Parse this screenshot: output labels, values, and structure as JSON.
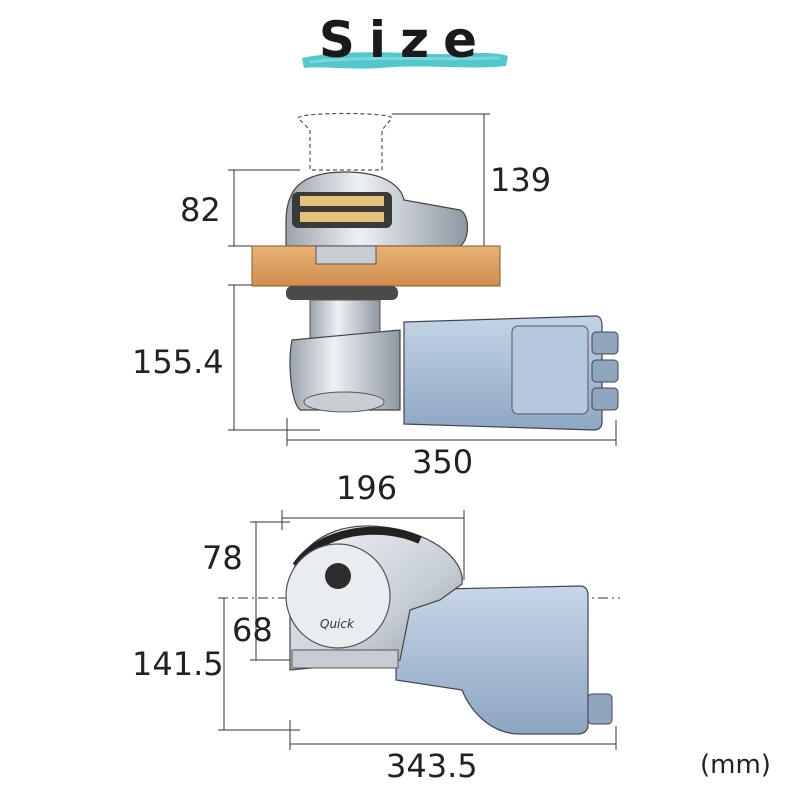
{
  "title": "Size",
  "top_view_dimensions": {
    "height_top": "82",
    "height_with_drum": "139",
    "height_below_deck": "155.4",
    "length": "350"
  },
  "bottom_view_dimensions": {
    "width_top": "196",
    "upper_offset": "78",
    "lower_offset": "68",
    "depth": "141.5",
    "length": "343.5"
  },
  "unit_label": "(mm)",
  "brand_logo": "Quick",
  "colors": {
    "title_underline": "#3fc1c9",
    "motor_body": "#a9bfd8",
    "deck_wood": "#e0a163",
    "chrome": "#d8dde3"
  }
}
